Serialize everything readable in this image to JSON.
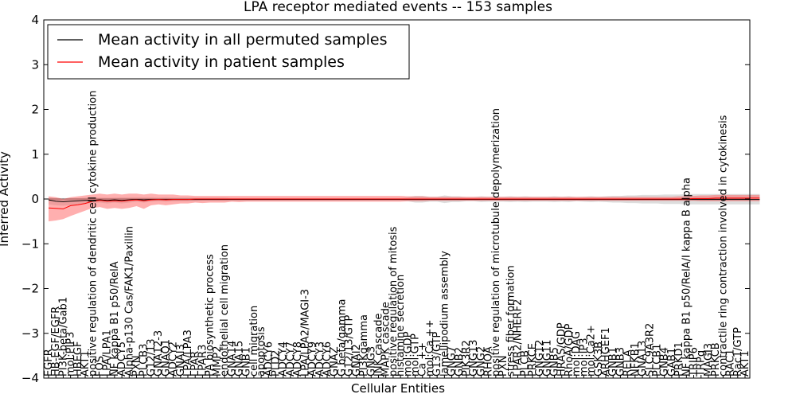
{
  "chart_data": {
    "type": "line",
    "title": "LPA receptor mediated events -- 153 samples",
    "xlabel": "Cellular Entities",
    "ylabel": "Inferred Activity",
    "ylim": [
      -4,
      4
    ],
    "yticks": [
      -4,
      -3,
      -2,
      -1,
      0,
      1,
      2,
      3,
      4
    ],
    "ytick_labels": [
      "−4",
      "−3",
      "−2",
      "−1",
      "0",
      "1",
      "2",
      "3",
      "4"
    ],
    "grid": false,
    "legend_position": "top-left",
    "categories": [
      "EGFR",
      "HB-EGF/EGFR",
      "PI3K-beta/Gab1",
      "mol:PIP3",
      "HBEGF",
      "AKT1",
      "positive regulation of dendritic cell cytokine production",
      "FOS",
      "LPA/LPA1",
      "NF kappa B1 p50/RelA",
      "ADCY5",
      "Alpha-p130 Cas/FAK1/Paxillin",
      "PXN",
      "PLCB3",
      "G12/13",
      "GNA12-3",
      "GNAQ1",
      "ADCY2",
      "GNAI3",
      "LPA/LPA3",
      "LPAR",
      "LPAR3",
      "PA biosynthetic process",
      "MMP2",
      "endothelial cell migration",
      "GNA14",
      "GNA15",
      "GNB1",
      "cell migration",
      "apoptosis",
      "ADCY6",
      "PLD2",
      "ADCY4",
      "ADCY7",
      "ADCY8",
      "LPA/LPA2/MAGI-3",
      "ADCY9",
      "ADCY3",
      "ADCY6",
      "GNAZ",
      "G beta/gamma",
      "G12/13/GTP",
      "GNAI2",
      "PI3Kgamma",
      "GNG3",
      "JNK cascade",
      "MAPK cascade",
      "positive regulation of mitosis",
      "histamine secretion",
      "mol:GDP",
      "mol:GTP",
      "Ca ++",
      "mol:Ca ++",
      "G13/GTP",
      "lamellipodium assembly",
      "GNG7",
      "GNB2",
      "PIK3R2",
      "GNG13",
      "GNG2",
      "RHOA",
      "positive regulation of microtubule depolymerization",
      "PXN",
      "stress fiber formation",
      "LPAR2/NHERF2",
      "PLCB",
      "PRKCE",
      "GNG12",
      "GNG11",
      "GNB5",
      "HRAS/GDP",
      "RhoA/GDP",
      "mol:DAG",
      "mol:IP3",
      "mol:Ca2+",
      "GSK3B",
      "ARHGEF1",
      "GNB1",
      "GNB3",
      "RELA",
      "NFKB1",
      "GNA13",
      "SLC9A3R2",
      "PLCB1",
      "GNB4",
      "GAB1",
      "PRKD1",
      "NF kappa B1 p50/RelA/I kappa B alpha",
      "TRIP6",
      "TRPg",
      "MAGI3",
      "PRKCB",
      "contractile ring contraction involved in cytokinesis",
      "RAC1",
      "Rac1/GTP",
      "AKT1"
    ],
    "series": [
      {
        "name": "Mean activity in all permuted samples",
        "color": "#000000",
        "values": [
          -0.02,
          -0.05,
          -0.06,
          -0.05,
          -0.04,
          -0.03,
          -0.03,
          -0.02,
          -0.03,
          -0.02,
          -0.03,
          -0.02,
          -0.01,
          -0.02,
          -0.01,
          -0.01,
          -0.01,
          -0.01,
          -0.01,
          -0.01,
          -0.01,
          -0.01,
          -0.01,
          -0.01,
          -0.01,
          -0.01,
          -0.01,
          -0.01,
          -0.01,
          -0.01,
          -0.01,
          -0.01,
          -0.01,
          -0.01,
          -0.01,
          -0.01,
          -0.01,
          -0.01,
          -0.01,
          -0.01,
          -0.01,
          -0.01,
          -0.01,
          -0.01,
          -0.01,
          -0.01,
          -0.01,
          -0.01,
          -0.01,
          -0.01,
          -0.01,
          -0.01,
          -0.01,
          -0.01,
          -0.01,
          -0.01,
          -0.01,
          -0.01,
          -0.01,
          -0.01,
          -0.01,
          -0.01,
          -0.01,
          -0.01,
          -0.01,
          -0.01,
          -0.01,
          -0.01,
          -0.01,
          -0.01,
          -0.01,
          -0.01,
          -0.01,
          -0.01,
          -0.01,
          -0.01,
          -0.01,
          -0.01,
          -0.01,
          -0.01,
          -0.01,
          -0.01,
          -0.01,
          -0.01,
          -0.01,
          -0.01,
          -0.01,
          -0.01,
          -0.01,
          -0.01,
          -0.01,
          -0.01,
          -0.01,
          -0.01,
          -0.01,
          -0.01,
          -0.01,
          -0.01
        ],
        "lower": [
          -0.12,
          -0.14,
          -0.15,
          -0.14,
          -0.12,
          -0.1,
          -0.09,
          -0.08,
          -0.1,
          -0.08,
          -0.1,
          -0.08,
          -0.06,
          -0.08,
          -0.06,
          -0.05,
          -0.06,
          -0.05,
          -0.05,
          -0.05,
          -0.05,
          -0.04,
          -0.04,
          -0.04,
          -0.04,
          -0.03,
          -0.03,
          -0.03,
          -0.03,
          -0.03,
          -0.03,
          -0.03,
          -0.03,
          -0.03,
          -0.03,
          -0.03,
          -0.03,
          -0.03,
          -0.03,
          -0.03,
          -0.03,
          -0.03,
          -0.03,
          -0.03,
          -0.03,
          -0.03,
          -0.03,
          -0.03,
          -0.03,
          -0.05,
          -0.08,
          -0.08,
          -0.06,
          -0.06,
          -0.09,
          -0.07,
          -0.07,
          -0.05,
          -0.05,
          -0.07,
          -0.06,
          -0.06,
          -0.06,
          -0.07,
          -0.06,
          -0.07,
          -0.06,
          -0.06,
          -0.06,
          -0.07,
          -0.06,
          -0.07,
          -0.05,
          -0.06,
          -0.07,
          -0.06,
          -0.07,
          -0.08,
          -0.08,
          -0.09,
          -0.09,
          -0.1,
          -0.1,
          -0.1,
          -0.11,
          -0.11,
          -0.11,
          -0.12,
          -0.12,
          -0.12,
          -0.12,
          -0.12,
          -0.12,
          -0.12,
          -0.12,
          -0.12,
          -0.12,
          -0.12
        ],
        "upper": [
          0.03,
          0.02,
          0.02,
          0.02,
          0.02,
          0.03,
          0.03,
          0.03,
          0.03,
          0.03,
          0.04,
          0.04,
          0.04,
          0.04,
          0.04,
          0.03,
          0.04,
          0.03,
          0.03,
          0.03,
          0.03,
          0.03,
          0.03,
          0.03,
          0.03,
          0.02,
          0.02,
          0.02,
          0.02,
          0.02,
          0.02,
          0.02,
          0.02,
          0.02,
          0.02,
          0.02,
          0.02,
          0.02,
          0.02,
          0.02,
          0.02,
          0.02,
          0.02,
          0.02,
          0.02,
          0.02,
          0.02,
          0.02,
          0.02,
          0.04,
          0.07,
          0.07,
          0.05,
          0.05,
          0.08,
          0.06,
          0.06,
          0.04,
          0.04,
          0.06,
          0.05,
          0.05,
          0.05,
          0.06,
          0.05,
          0.06,
          0.05,
          0.05,
          0.05,
          0.06,
          0.05,
          0.06,
          0.04,
          0.05,
          0.06,
          0.05,
          0.06,
          0.07,
          0.07,
          0.08,
          0.08,
          0.09,
          0.09,
          0.09,
          0.1,
          0.1,
          0.1,
          0.11,
          0.11,
          0.11,
          0.11,
          0.11,
          0.11,
          0.11,
          0.11,
          0.11,
          0.11,
          0.11
        ]
      },
      {
        "name": "Mean activity in patient samples",
        "color": "#ff0000",
        "values": [
          -0.2,
          -0.21,
          -0.22,
          -0.15,
          -0.13,
          -0.1,
          -0.05,
          -0.03,
          -0.05,
          -0.04,
          -0.05,
          -0.03,
          -0.02,
          -0.04,
          -0.02,
          -0.01,
          -0.02,
          -0.01,
          -0.01,
          -0.01,
          0.0,
          0.0,
          0.0,
          0.0,
          0.0,
          0.0,
          0.0,
          0.0,
          0.0,
          0.0,
          0.0,
          0.0,
          0.0,
          0.0,
          0.0,
          0.0,
          0.0,
          0.0,
          0.0,
          0.0,
          0.0,
          0.0,
          0.0,
          0.0,
          0.0,
          0.0,
          0.0,
          0.0,
          0.0,
          0.0,
          0.0,
          0.0,
          0.0,
          0.0,
          0.0,
          0.0,
          0.0,
          0.0,
          0.0,
          0.0,
          0.0,
          0.0,
          0.0,
          0.0,
          0.0,
          0.0,
          0.0,
          0.0,
          0.0,
          0.0,
          0.0,
          0.0,
          0.0,
          0.0,
          0.0,
          0.0,
          0.0,
          0.0,
          0.0,
          0.0,
          0.0,
          0.0,
          0.0,
          0.0,
          0.0,
          0.0,
          0.0,
          0.0,
          0.01,
          0.01,
          0.01,
          0.02,
          0.02,
          0.02,
          0.02,
          0.02,
          0.02,
          0.02
        ],
        "lower": [
          -0.5,
          -0.48,
          -0.45,
          -0.38,
          -0.32,
          -0.26,
          -0.2,
          -0.18,
          -0.22,
          -0.2,
          -0.22,
          -0.2,
          -0.16,
          -0.22,
          -0.14,
          -0.12,
          -0.14,
          -0.12,
          -0.1,
          -0.1,
          -0.08,
          -0.09,
          -0.08,
          -0.08,
          -0.08,
          -0.06,
          -0.07,
          -0.06,
          -0.06,
          -0.06,
          -0.06,
          -0.06,
          -0.06,
          -0.06,
          -0.06,
          -0.06,
          -0.06,
          -0.06,
          -0.06,
          -0.06,
          -0.06,
          -0.06,
          -0.06,
          -0.06,
          -0.06,
          -0.06,
          -0.06,
          -0.06,
          -0.06,
          -0.05,
          -0.05,
          -0.05,
          -0.04,
          -0.04,
          -0.04,
          -0.04,
          -0.04,
          -0.04,
          -0.04,
          -0.04,
          -0.04,
          -0.04,
          -0.04,
          -0.04,
          -0.04,
          -0.04,
          -0.04,
          -0.04,
          -0.04,
          -0.04,
          -0.04,
          -0.04,
          -0.04,
          -0.04,
          -0.04,
          -0.04,
          -0.04,
          -0.04,
          -0.04,
          -0.04,
          -0.04,
          -0.04,
          -0.04,
          -0.04,
          -0.04,
          -0.04,
          -0.04,
          -0.04,
          -0.04,
          -0.05,
          -0.05,
          -0.05,
          -0.05,
          -0.05,
          -0.05,
          -0.05,
          -0.05,
          -0.05
        ],
        "upper": [
          0.06,
          0.04,
          0.0,
          0.04,
          0.06,
          0.08,
          0.1,
          0.12,
          0.1,
          0.12,
          0.1,
          0.12,
          0.12,
          0.1,
          0.12,
          0.1,
          0.1,
          0.1,
          0.08,
          0.08,
          0.07,
          0.07,
          0.07,
          0.07,
          0.07,
          0.07,
          0.07,
          0.07,
          0.07,
          0.07,
          0.07,
          0.07,
          0.07,
          0.07,
          0.07,
          0.07,
          0.07,
          0.07,
          0.07,
          0.07,
          0.07,
          0.07,
          0.07,
          0.07,
          0.07,
          0.07,
          0.07,
          0.07,
          0.07,
          0.06,
          0.06,
          0.06,
          0.05,
          0.05,
          0.05,
          0.05,
          0.05,
          0.05,
          0.05,
          0.05,
          0.05,
          0.05,
          0.05,
          0.05,
          0.05,
          0.05,
          0.05,
          0.05,
          0.05,
          0.05,
          0.05,
          0.05,
          0.05,
          0.05,
          0.05,
          0.05,
          0.05,
          0.05,
          0.05,
          0.05,
          0.05,
          0.05,
          0.05,
          0.05,
          0.05,
          0.05,
          0.06,
          0.06,
          0.07,
          0.08,
          0.08,
          0.09,
          0.09,
          0.09,
          0.09,
          0.09,
          0.09,
          0.09
        ]
      }
    ]
  }
}
